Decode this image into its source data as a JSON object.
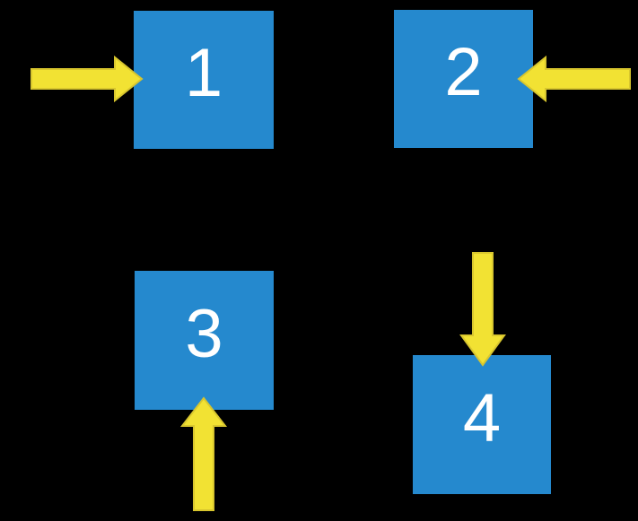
{
  "colors": {
    "background": "#000000",
    "box_fill": "#2589CE",
    "box_label_text": "#FFFFFF",
    "arrow_fill": "#F2E233",
    "arrow_stroke": "#D8C62E"
  },
  "boxes": [
    {
      "label": "1",
      "arrow": "right-arrow-into-left-side"
    },
    {
      "label": "2",
      "arrow": "left-arrow-into-right-side"
    },
    {
      "label": "3",
      "arrow": "up-arrow-into-bottom-side"
    },
    {
      "label": "4",
      "arrow": "down-arrow-into-top-side"
    }
  ]
}
